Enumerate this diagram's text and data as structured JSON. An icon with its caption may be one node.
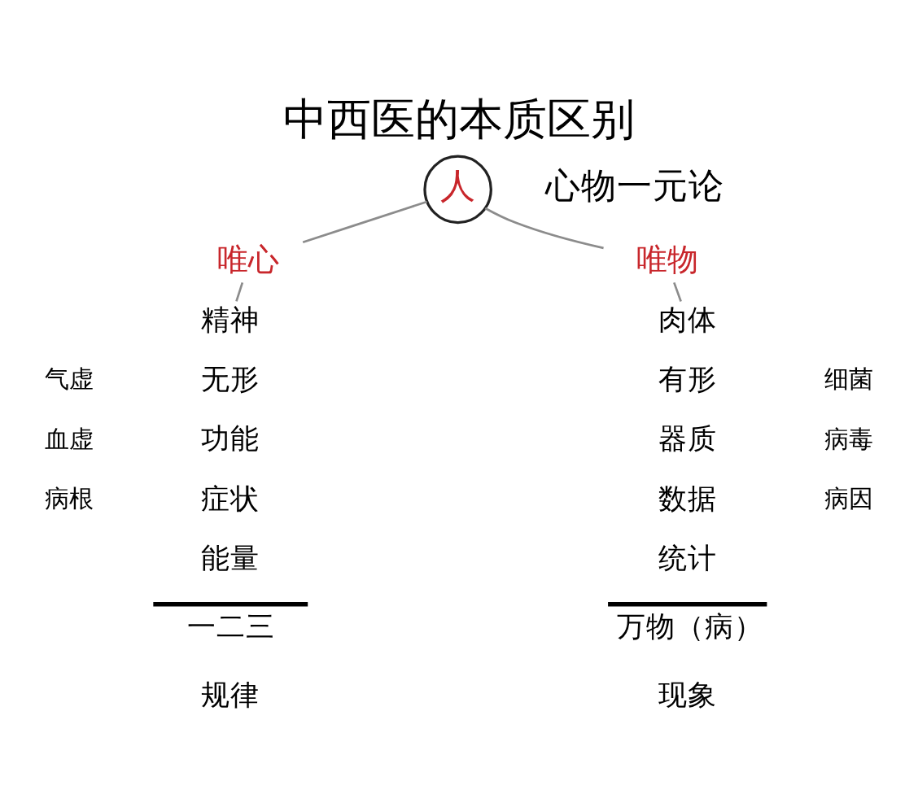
{
  "diagram": {
    "title": "中西医的本质区别",
    "nodes": [
      {
        "text": [
          "人"
        ],
        "beside": [
          "心物一元论"
        ]
      },
      {
        "text": [
          "唯心"
        ]
      },
      {
        "text": [
          "唯物"
        ]
      },
      {
        "text": [
          "精神"
        ]
      },
      {
        "text": [
          "肉体"
        ]
      }
    ],
    "edges": [
      {
        "from": 0,
        "to": 1,
        "arrow": "none"
      },
      {
        "from": 0,
        "to": 2,
        "arrow": "none"
      },
      {
        "from": 1,
        "to": 3,
        "arrow": "none"
      },
      {
        "from": 2,
        "to": 4,
        "arrow": "none"
      }
    ],
    "labels": [
      "气虚",
      "无形",
      "有形",
      "细菌",
      "血虚",
      "功能",
      "器质",
      "病毒",
      "病根",
      "症状",
      "数据",
      "病因",
      "能量",
      "统计",
      "一二三",
      "万物（病）",
      "规律",
      "现象"
    ]
  }
}
